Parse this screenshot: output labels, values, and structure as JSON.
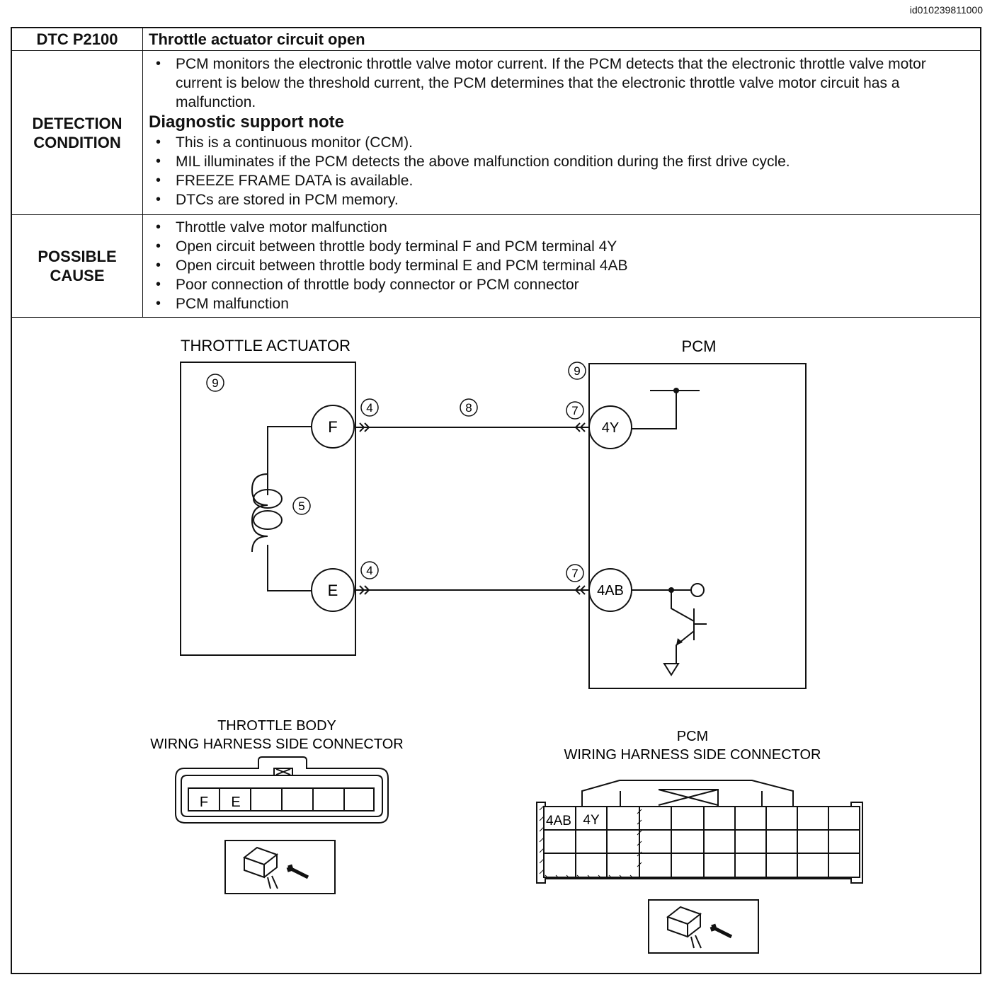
{
  "doc_id": "id010239811000",
  "header": {
    "code": "DTC P2100",
    "title": "Throttle actuator circuit open"
  },
  "detection": {
    "label_line1": "DETECTION",
    "label_line2": "CONDITION",
    "bullets": [
      "PCM monitors the electronic throttle valve motor current. If the PCM detects that the electronic throttle valve motor current is below the threshold current, the PCM determines that the electronic throttle valve motor circuit has a malfunction."
    ],
    "note_title": "Diagnostic support note",
    "note_bullets": [
      "This is a continuous monitor (CCM).",
      "MIL illuminates if the PCM detects the above malfunction condition during the first drive cycle.",
      "FREEZE FRAME DATA is available.",
      "DTCs are stored in PCM memory."
    ]
  },
  "possible_cause": {
    "label_line1": "POSSIBLE",
    "label_line2": "CAUSE",
    "bullets": [
      "Throttle valve motor malfunction",
      "Open circuit between throttle body terminal F and PCM terminal 4Y",
      "Open circuit between throttle body terminal E and PCM terminal 4AB",
      "Poor connection of throttle body connector or PCM connector",
      "PCM malfunction"
    ]
  },
  "diagram": {
    "throttle_title": "THROTTLE ACTUATOR",
    "pcm_title": "PCM",
    "terminal_f": "F",
    "terminal_e": "E",
    "terminal_4y": "4Y",
    "terminal_4ab": "4AB",
    "callout_9": "9",
    "callout_4": "4",
    "callout_8": "8",
    "callout_7": "7",
    "callout_5": "5"
  },
  "throttle_connector": {
    "title_line1": "THROTTLE BODY",
    "title_line2": "WIRNG HARNESS SIDE CONNECTOR",
    "pins": [
      "F",
      "E"
    ]
  },
  "pcm_connector": {
    "title_line1": "PCM",
    "title_line2": "WIRING HARNESS SIDE CONNECTOR",
    "pins": [
      "4AB",
      "4Y"
    ]
  }
}
